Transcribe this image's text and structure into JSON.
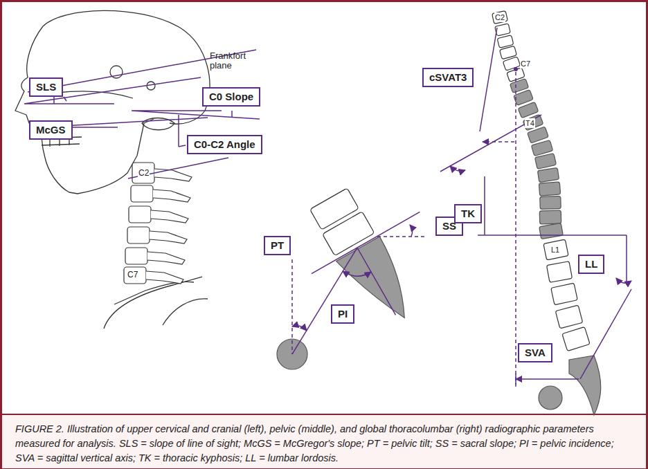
{
  "diagram": {
    "caption": "FIGURE 2. Illustration of upper cervical and cranial (left), pelvic (middle), and global thoracolumbar (right) radiographic parameters measured for analysis. SLS = slope of line of sight; McGS = McGregor's slope; PT = pelvic tilt; SS = sacral slope; PI = pelvic incidence; SVA = sagittal vertical axis; TK = thoracic kyphosis; LL = lumbar lordosis.",
    "nodes": [
      {
        "text": [
          "SLS"
        ]
      },
      {
        "text": [
          "C0 Slope"
        ]
      },
      {
        "text": [
          "McGS"
        ]
      },
      {
        "text": [
          "C0-C2 Angle"
        ]
      },
      {
        "text": [
          "PT"
        ]
      },
      {
        "text": [
          "SS"
        ]
      },
      {
        "text": [
          "PI"
        ]
      },
      {
        "text": [
          "cSVAT3"
        ]
      },
      {
        "text": [
          "TK"
        ]
      },
      {
        "text": [
          "LL"
        ]
      },
      {
        "text": [
          "SVA"
        ]
      }
    ],
    "labels": [
      "Frankfort plane",
      "C2",
      "C7",
      "C2",
      "C7",
      "T4",
      "L1"
    ]
  }
}
